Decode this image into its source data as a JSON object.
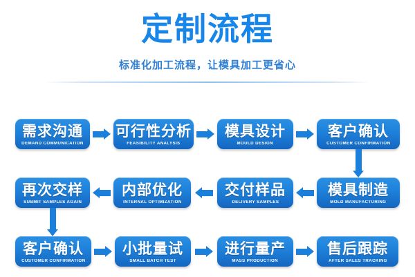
{
  "header": {
    "title": "定制流程",
    "subtitle": "标准化加工流程，让模具加工更省心",
    "title_color": "#1886e8",
    "subtitle_color": "#2f7fd4"
  },
  "theme": {
    "node_top_color": "#2b8fe3",
    "node_bottom_color": "#1466c0",
    "arrow_color": "#1b7fdc",
    "background": "#ffffff"
  },
  "flow": {
    "rows": [
      {
        "direction": "left-to-right",
        "steps": [
          {
            "cn": "需求沟通",
            "en": "DEMAND COMMUNICATION"
          },
          {
            "cn": "可行性分析",
            "en": "FEASIBILITY ANALYSIS"
          },
          {
            "cn": "模具设计",
            "en": "MOULD DESIGN"
          },
          {
            "cn": "客户确认",
            "en": "CUSTOMER CONFIRMATION"
          }
        ]
      },
      {
        "direction": "right-to-left",
        "steps": [
          {
            "cn": "再次交样",
            "en": "SUBMIT SAMPLES AGAIN"
          },
          {
            "cn": "内部优化",
            "en": "INTERNAL OPTIMIZATION"
          },
          {
            "cn": "交付样品",
            "en": "DELIVERY SAMPLES"
          },
          {
            "cn": "模具制造",
            "en": "MOLD MANUFACTURING"
          }
        ]
      },
      {
        "direction": "left-to-right",
        "steps": [
          {
            "cn": "客户确认",
            "en": "CUSTOMER CONFIRMATION"
          },
          {
            "cn": "小批量试",
            "en": "SMALL BATCH TEST"
          },
          {
            "cn": "进行量产",
            "en": "MASS PRODUCTION"
          },
          {
            "cn": "售后跟踪",
            "en": "AFTER SALES TRACKING"
          }
        ]
      }
    ],
    "connectors": {
      "row1_to_row2": "down-arrow-right-side",
      "row2_to_row3": "down-arrow-left-side"
    }
  }
}
